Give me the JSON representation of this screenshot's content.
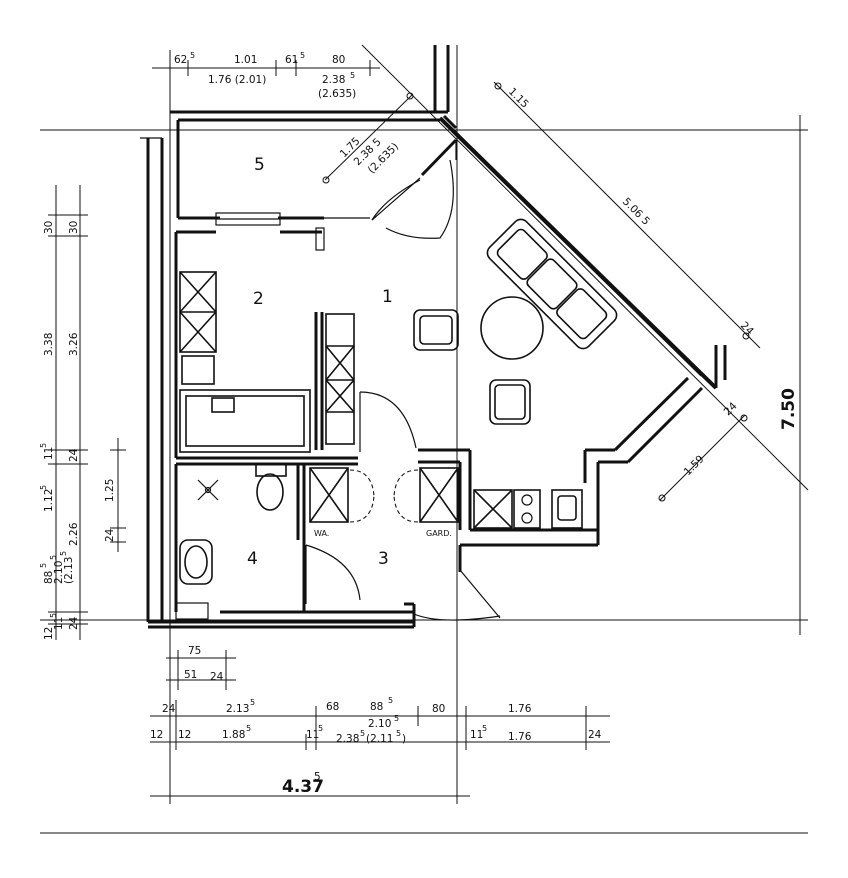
{
  "rooms": {
    "r1": "1",
    "r2": "2",
    "r3": "3",
    "r4": "4",
    "r5": "5"
  },
  "labels": {
    "wa": "WA.",
    "gard": "GARD."
  },
  "dimensions": {
    "top": {
      "d1": "62",
      "d1s": "5",
      "d2": "1.01",
      "d3": "61",
      "d3s": "5",
      "d4": "80",
      "d5": "1.76 (2.01)",
      "d6": "2.38",
      "d6s": "5",
      "d7": "(2.635)"
    },
    "diagonal": {
      "d115": "1.15",
      "d5065": "5.06 5",
      "d24a": "24",
      "d24b": "24",
      "d159": "1.59",
      "d175": "1.75",
      "d2385": "2.38 5",
      "d2635": "(2.635)"
    },
    "right": {
      "total": "7.50"
    },
    "left": {
      "l30a": "30",
      "l30b": "30",
      "l338": "3.38",
      "l326": "3.26",
      "l113": "11",
      "l113s": "5",
      "l24a": "24",
      "l1125": "1.12",
      "l1125s": "5",
      "l125": "1.25",
      "l24b": "24",
      "l885": "88",
      "l885s": "5",
      "l2105": "2.10",
      "l2105s": "5",
      "l2135": "(2.13",
      "l2135s": "5",
      "l226": "2.26",
      "l12": "12",
      "l1125b": "11",
      "l1125bs": "5",
      "l24c": "24"
    },
    "bottom": {
      "b75": "75",
      "b51": "51",
      "b24a": "24",
      "b24b": "24",
      "b2135": "2.13",
      "b2135s": "5",
      "b68": "68",
      "b885": "88",
      "b885s": "5",
      "b2105": "2.10",
      "b2105s": "5",
      "b80": "80",
      "b176a": "1.76",
      "b12a": "12",
      "b12b": "12",
      "b1885": "1.88",
      "b1885s": "5",
      "b115a": "11",
      "b115as": "5",
      "b2385": "2.38",
      "b2385s": "5",
      "b2115": "(2.11",
      "b2115s": "5",
      "b2115c": ")",
      "b115b": "11",
      "b115bs": "5",
      "b176b": "1.76",
      "b24c": "24",
      "total": "4.37",
      "totals": "5"
    }
  }
}
